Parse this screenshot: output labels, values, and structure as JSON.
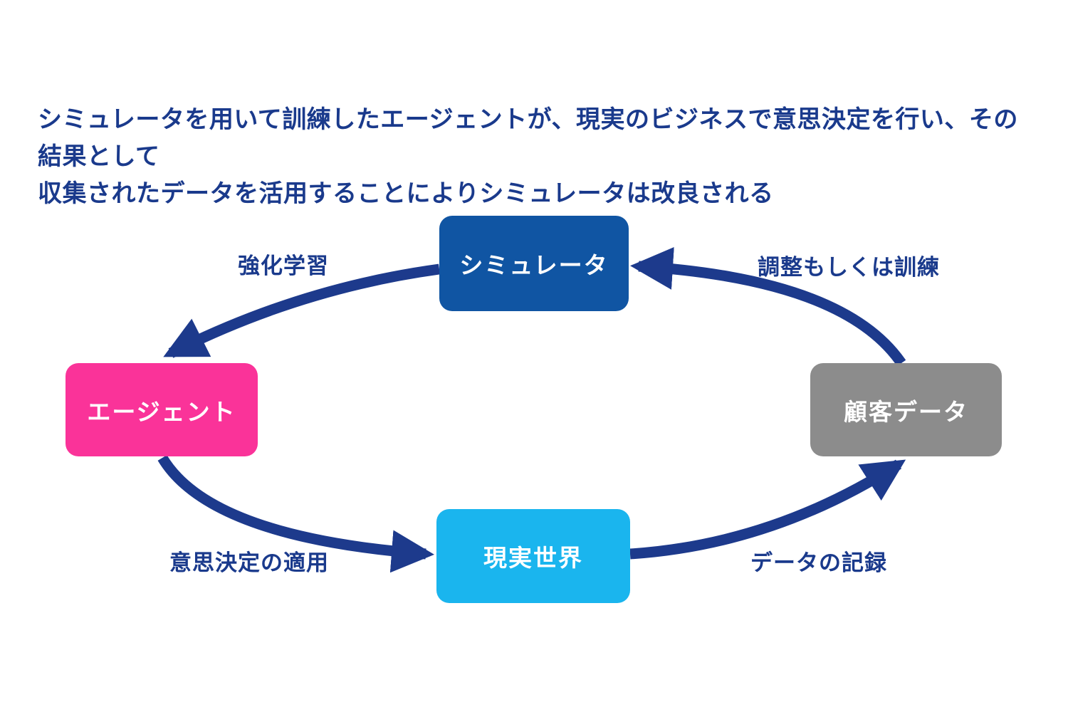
{
  "header": {
    "text": "シミュレータを用いて訓練したエージェントが、現実のビジネスで意思決定を行い、その結果として収集されたデータを活用することによりシミュレータは改良される",
    "lines": [
      "シミュレータを用いて訓練したエージェントが、現実のビジネスで意思決定を行い、その結果として",
      "収集されたデータを活用することによりシミュレータは改良される"
    ],
    "text_color": "#1A3A8C"
  },
  "diagram": {
    "type": "cycle",
    "arrow_color": "#1D3A8C",
    "label_color": "#1A3A8C",
    "nodes": [
      {
        "id": "simulator",
        "label": "シミュレータ",
        "color": "#1055A3",
        "text_color": "#FFFFFF",
        "position": "top"
      },
      {
        "id": "agent",
        "label": "エージェント",
        "color": "#FA3399",
        "text_color": "#FFFFFF",
        "position": "left"
      },
      {
        "id": "real-world",
        "label": "現実世界",
        "color": "#1AB5EE",
        "text_color": "#FFFFFF",
        "position": "bottom"
      },
      {
        "id": "customer-data",
        "label": "顧客データ",
        "color": "#8C8C8C",
        "text_color": "#FFFFFF",
        "position": "right"
      }
    ],
    "edges": [
      {
        "from": "simulator",
        "to": "agent",
        "label": "強化学習"
      },
      {
        "from": "agent",
        "to": "real-world",
        "label": "意思決定の適用"
      },
      {
        "from": "real-world",
        "to": "customer-data",
        "label": "データの記録"
      },
      {
        "from": "customer-data",
        "to": "simulator",
        "label": "調整もしくは訓練"
      }
    ]
  }
}
